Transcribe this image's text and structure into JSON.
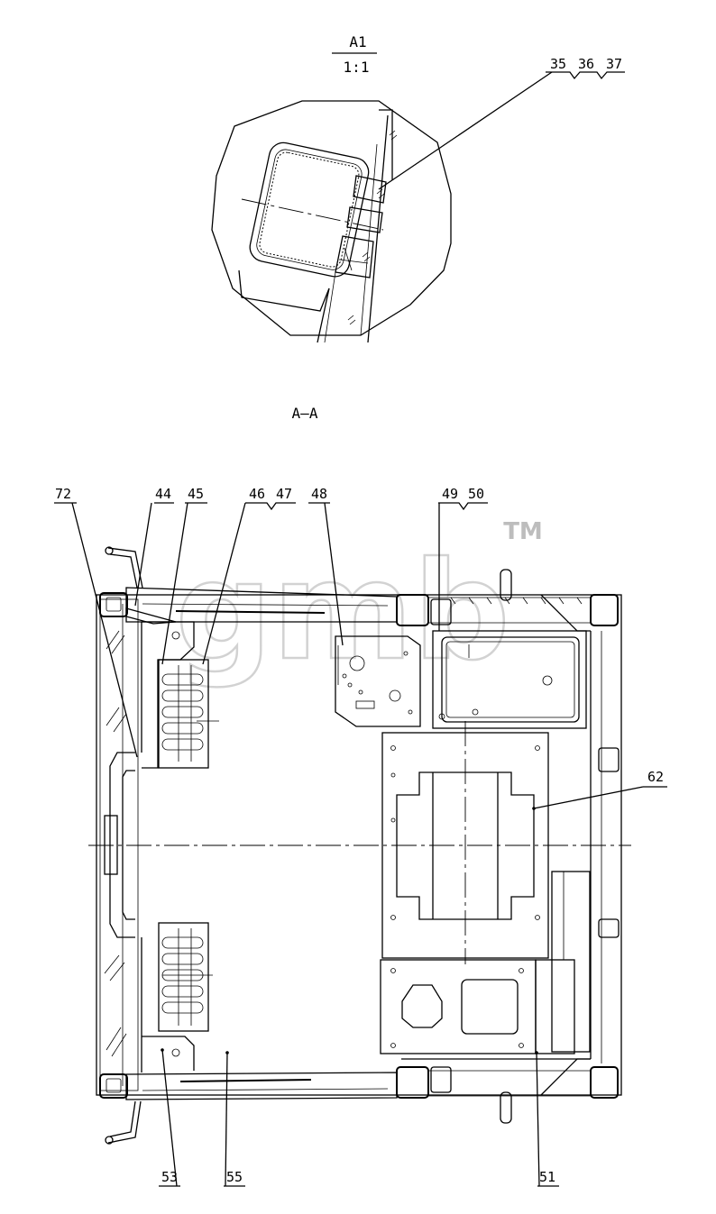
{
  "detail": {
    "name": "A1",
    "scale": "1:1",
    "callout_group": [
      "35",
      "36",
      "37"
    ]
  },
  "section_label": "A—A",
  "watermark": {
    "text": "gmb",
    "mark": "TM"
  },
  "callouts_top": [
    "72",
    "44",
    "45",
    "46",
    "47",
    "48",
    "49",
    "50"
  ],
  "callouts_side": [
    "62"
  ],
  "callouts_bottom": [
    "53",
    "55",
    "51"
  ]
}
